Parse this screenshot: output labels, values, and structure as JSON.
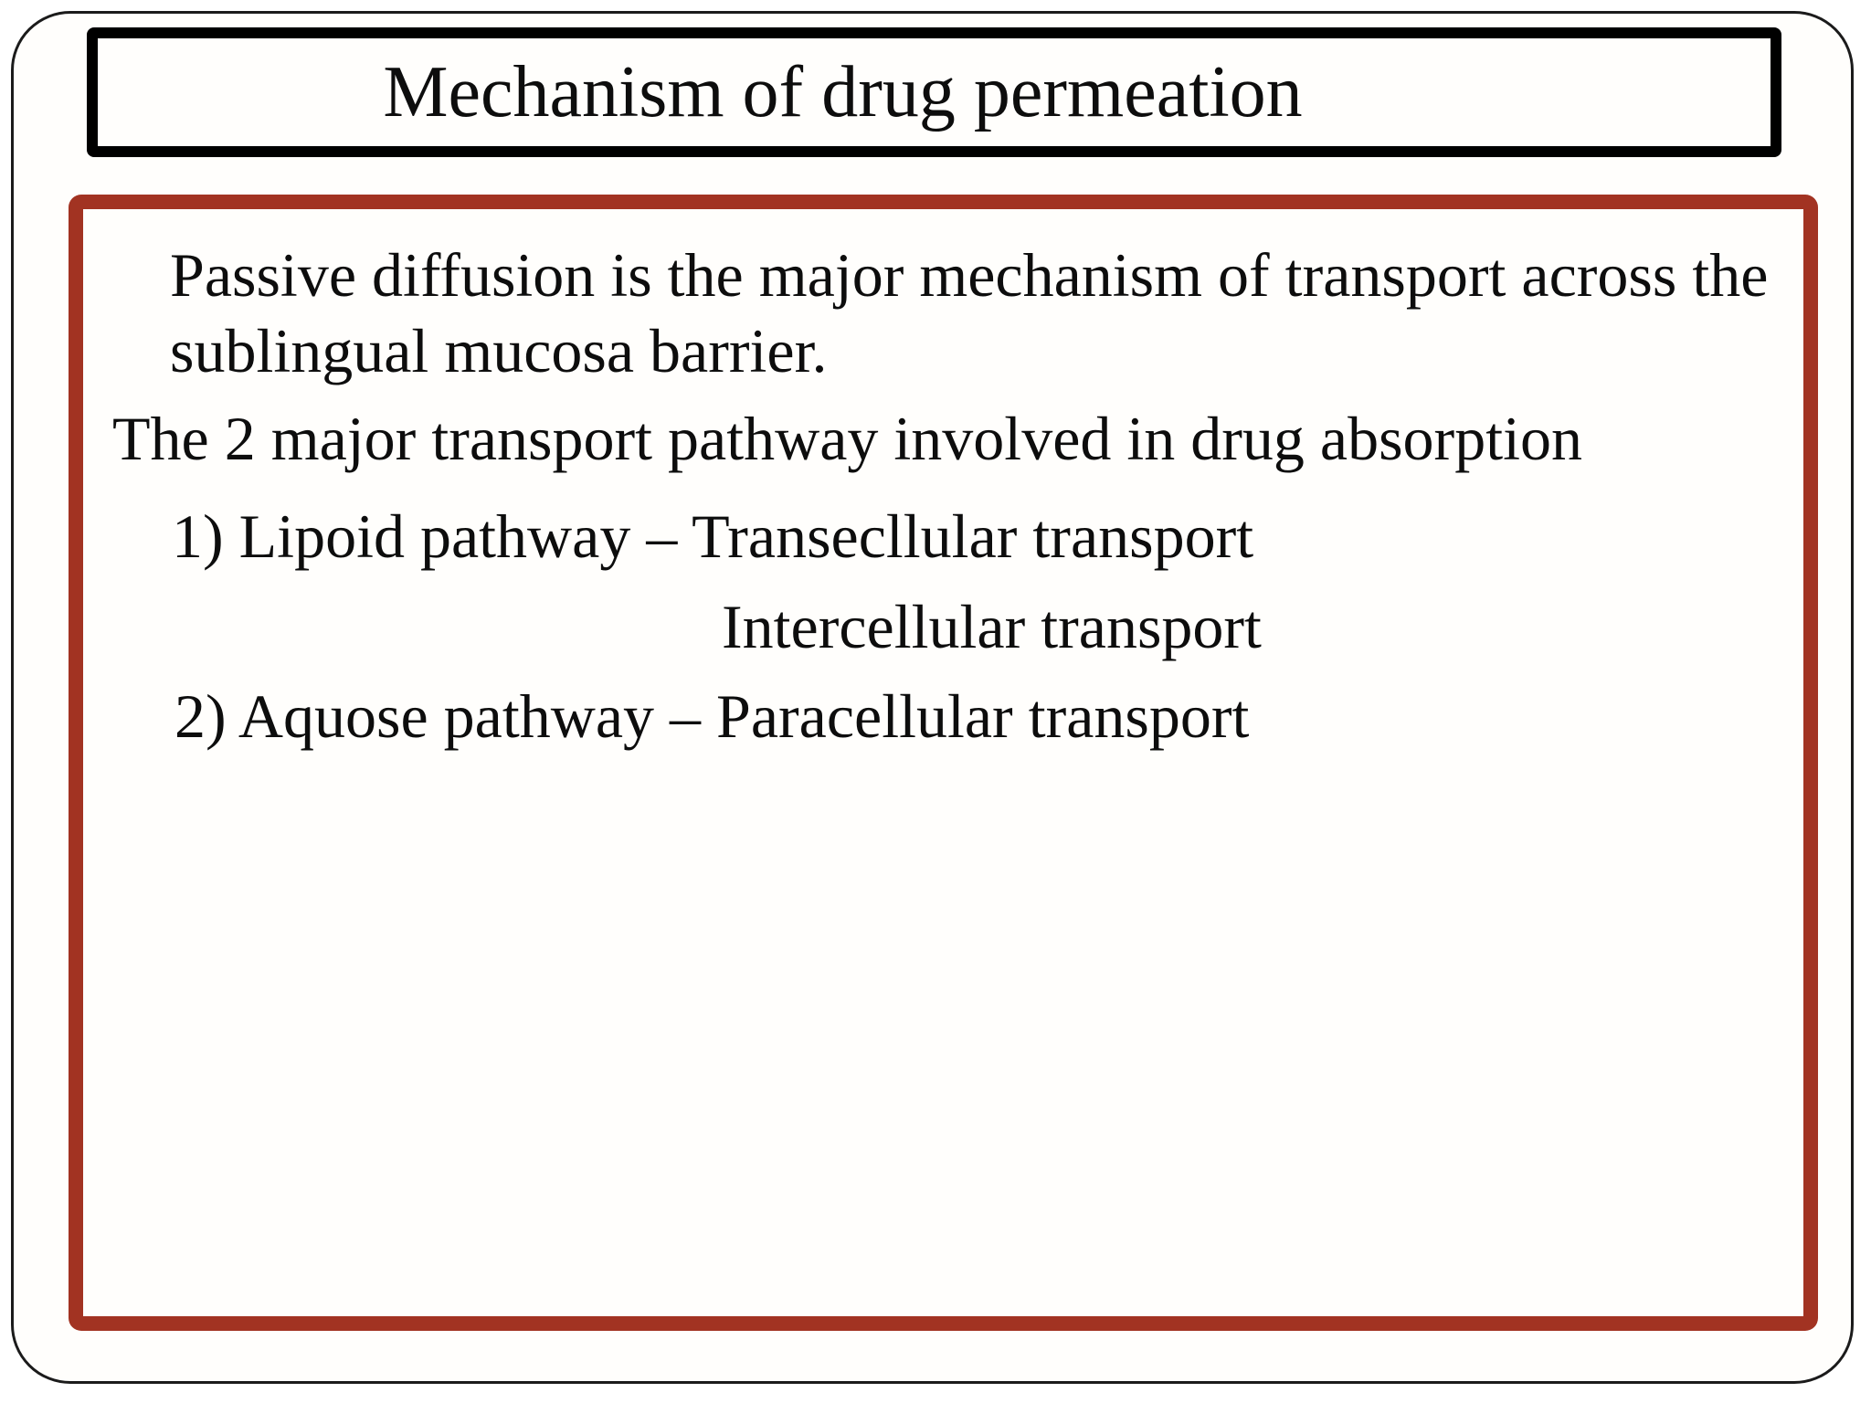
{
  "slide": {
    "title": "Mechanism of drug permeation",
    "body": {
      "sentence_line1": "Passive diffusion is the major mechanism of transport across the",
      "sentence_line2": "sublingual mucosa barrier.",
      "intro": "The 2 major transport pathway involved in drug absorption",
      "item1": "1) Lipoid pathway – Transecllular transport",
      "item1_sub": "Intercellular transport",
      "item2": "2) Aquose pathway – Paracellular transport"
    },
    "colors": {
      "content_box_border": "#a23322",
      "title_box_border": "#000000",
      "outer_frame_border": "#1b1b1b",
      "background": "#fffefc",
      "text": "#0d0d0d"
    }
  }
}
